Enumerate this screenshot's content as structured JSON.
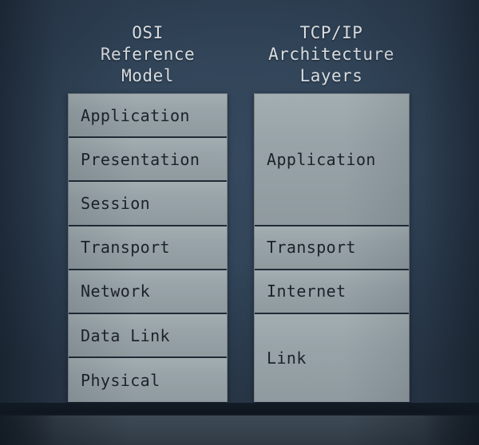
{
  "background": {
    "base_color": "#324559",
    "floor_color": "#3a4651"
  },
  "diagram": {
    "type": "layered-stack-comparison",
    "box_fill_color": "#99a4a9",
    "box_border_color": "#7d848a",
    "text_color": "#1c2228",
    "title_color": "#d8dde2",
    "columns": [
      {
        "id": "osi",
        "title": "OSI\nReference\nModel",
        "title_lines": [
          "OSI",
          "Reference",
          "Model"
        ],
        "layers": [
          {
            "label": "Application",
            "span": 1
          },
          {
            "label": "Presentation",
            "span": 1
          },
          {
            "label": "Session",
            "span": 1
          },
          {
            "label": "Transport",
            "span": 1
          },
          {
            "label": "Network",
            "span": 1
          },
          {
            "label": "Data Link",
            "span": 1
          },
          {
            "label": "Physical",
            "span": 1
          }
        ]
      },
      {
        "id": "tcpip",
        "title": "TCP/IP\nArchitecture\nLayers",
        "title_lines": [
          "TCP/IP",
          "Architecture",
          "Layers"
        ],
        "layers": [
          {
            "label": "Application",
            "span": 3
          },
          {
            "label": "Transport",
            "span": 1
          },
          {
            "label": "Internet",
            "span": 1
          },
          {
            "label": "Link",
            "span": 2
          }
        ]
      }
    ]
  }
}
